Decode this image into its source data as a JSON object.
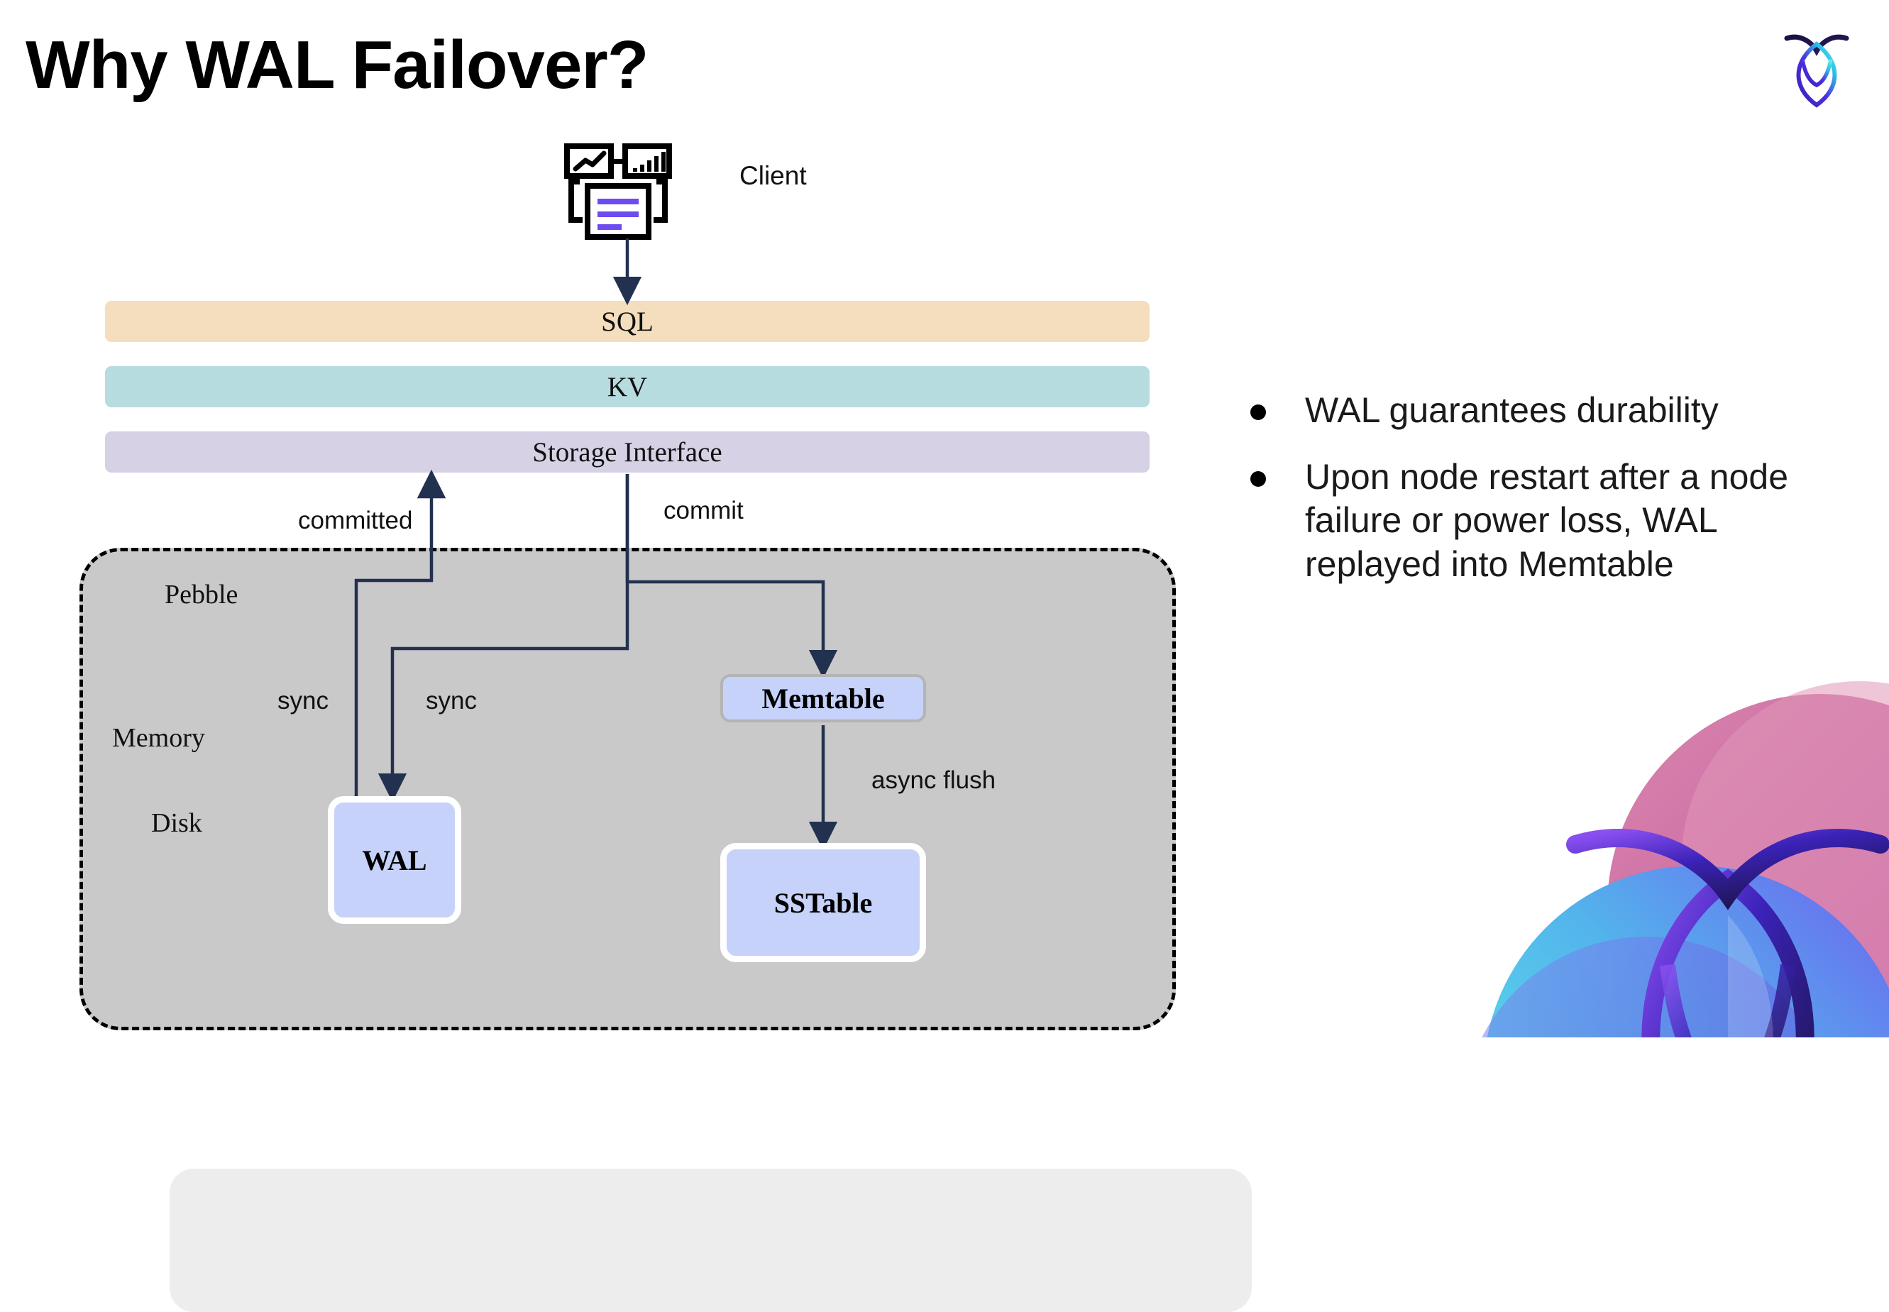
{
  "slide": {
    "title": "Why WAL Failover?"
  },
  "brand": {
    "logo_icon": "cockroach-leaf-logo-icon",
    "decor_icon": "cockroach-leaf-decorative-graphic-icon",
    "gradient_start": "#5ef0e6",
    "gradient_mid": "#5b34e0",
    "gradient_end": "#d9568f",
    "logo_dark": "#1b1040"
  },
  "diagram": {
    "client": {
      "label": "Client",
      "icon": "client-dashboard-icon",
      "accent_color": "#6d4bf0"
    },
    "layers": [
      {
        "id": "sql",
        "label": "SQL",
        "color": "#f5debd"
      },
      {
        "id": "kv",
        "label": "KV",
        "color": "#b7dcdf"
      },
      {
        "id": "storage_interface",
        "label": "Storage Interface",
        "color": "#d6d1e4"
      }
    ],
    "pebble": {
      "label": "Pebble",
      "fill": "#c9c9c9",
      "border": "#000000",
      "memory": {
        "label": "Memory",
        "fill": "#ededed"
      },
      "disk": {
        "label": "Disk"
      }
    },
    "boxes": [
      {
        "id": "memtable",
        "label": "Memtable",
        "fill": "#c6d2f9",
        "border": "#b4b4b4"
      },
      {
        "id": "wal",
        "label": "WAL",
        "fill": "#c6d2f9",
        "border": "#ffffff"
      },
      {
        "id": "sstable",
        "label": "SSTable",
        "fill": "#c6d2f9",
        "border": "#ffffff"
      }
    ],
    "edges": [
      {
        "id": "committed",
        "label": "committed"
      },
      {
        "id": "commit",
        "label": "commit"
      },
      {
        "id": "sync_1",
        "label": "sync"
      },
      {
        "id": "sync_2",
        "label": "sync"
      },
      {
        "id": "async_flush",
        "label": "async flush"
      }
    ],
    "arrow_color": "#22314f"
  },
  "bullets": [
    {
      "text": "WAL guarantees durability"
    },
    {
      "text": "Upon node restart after a node failure or power loss, WAL replayed into Memtable"
    }
  ]
}
